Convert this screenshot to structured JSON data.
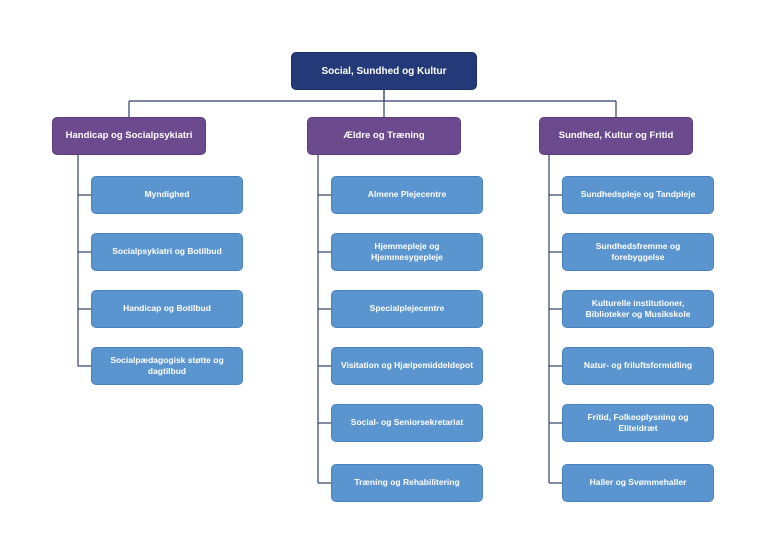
{
  "root": {
    "label": "Social, Sundhed og Kultur"
  },
  "departments": [
    {
      "label": "Handicap og Socialpsykiatri",
      "units": [
        "Myndighed",
        "Socialpsykiatri og Botilbud",
        "Handicap og Botilbud",
        "Socialpædagogisk støtte og dagtilbud"
      ]
    },
    {
      "label": "Ældre og Træning",
      "units": [
        "Almene Plejecentre",
        "Hjemmepleje og Hjemmesygepleje",
        "Specialplejecentre",
        "Visitation og Hjælpemiddeldepot",
        "Social- og Seniorsekretariat",
        "Træning og Rehabilitering"
      ]
    },
    {
      "label": "Sundhed, Kultur og Fritid",
      "units": [
        "Sundhedspleje og Tandpleje",
        "Sundhedsfremme og forebyggelse",
        "Kulturelle institutioner, Biblioteker og Musikskole",
        "Natur- og friluftsformidling",
        "Fritid, Folkeoplysning og Eliteidræt",
        "Haller og Svømmehaller"
      ]
    }
  ]
}
